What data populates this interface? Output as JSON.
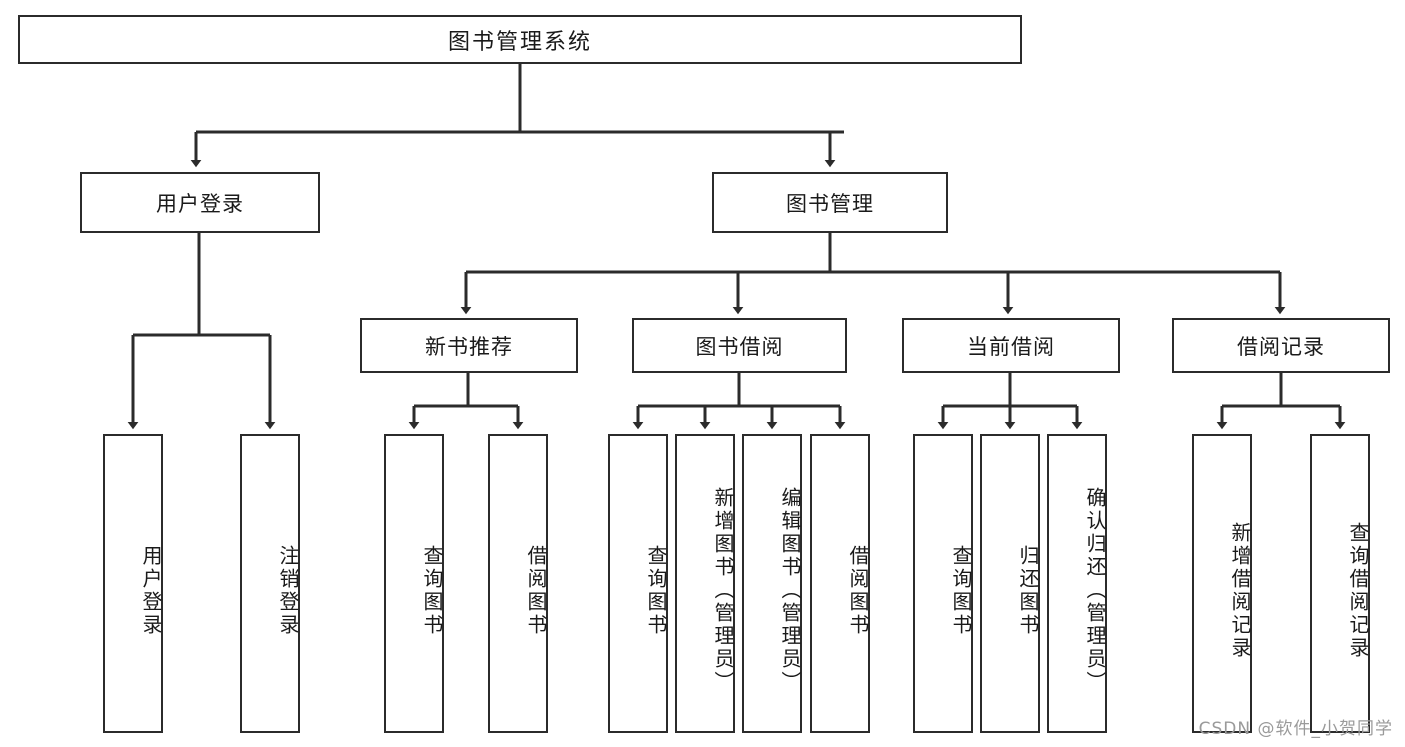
{
  "diagram": {
    "kind": "function-decomposition-tree",
    "root": {
      "label": "图书管理系统"
    },
    "level2": [
      {
        "label": "用户登录"
      },
      {
        "label": "图书管理"
      }
    ],
    "level3": [
      {
        "label": "新书推荐"
      },
      {
        "label": "图书借阅"
      },
      {
        "label": "当前借阅"
      },
      {
        "label": "借阅记录"
      }
    ],
    "leaves": {
      "user_login": [
        {
          "label": "用户登录"
        },
        {
          "label": "注销登录"
        }
      ],
      "new_book_recommend": [
        {
          "label": "查询图书"
        },
        {
          "label": "借阅图书"
        }
      ],
      "book_borrow": [
        {
          "label": "查询图书"
        },
        {
          "label": "新增图书（管理员）"
        },
        {
          "label": "编辑图书（管理员）"
        },
        {
          "label": "借阅图书"
        }
      ],
      "current_borrow": [
        {
          "label": "查询图书"
        },
        {
          "label": "归还图书"
        },
        {
          "label": "确认归还（管理员）"
        }
      ],
      "borrow_record": [
        {
          "label": "新增借阅记录"
        },
        {
          "label": "查询借阅记录"
        }
      ]
    }
  },
  "watermark": {
    "text": "CSDN @软件_小贺同学"
  },
  "colors": {
    "stroke": "#2b2b2b",
    "fill": "#ffffff",
    "text": "#1a1a1a",
    "watermark": "#9a9a9a"
  }
}
